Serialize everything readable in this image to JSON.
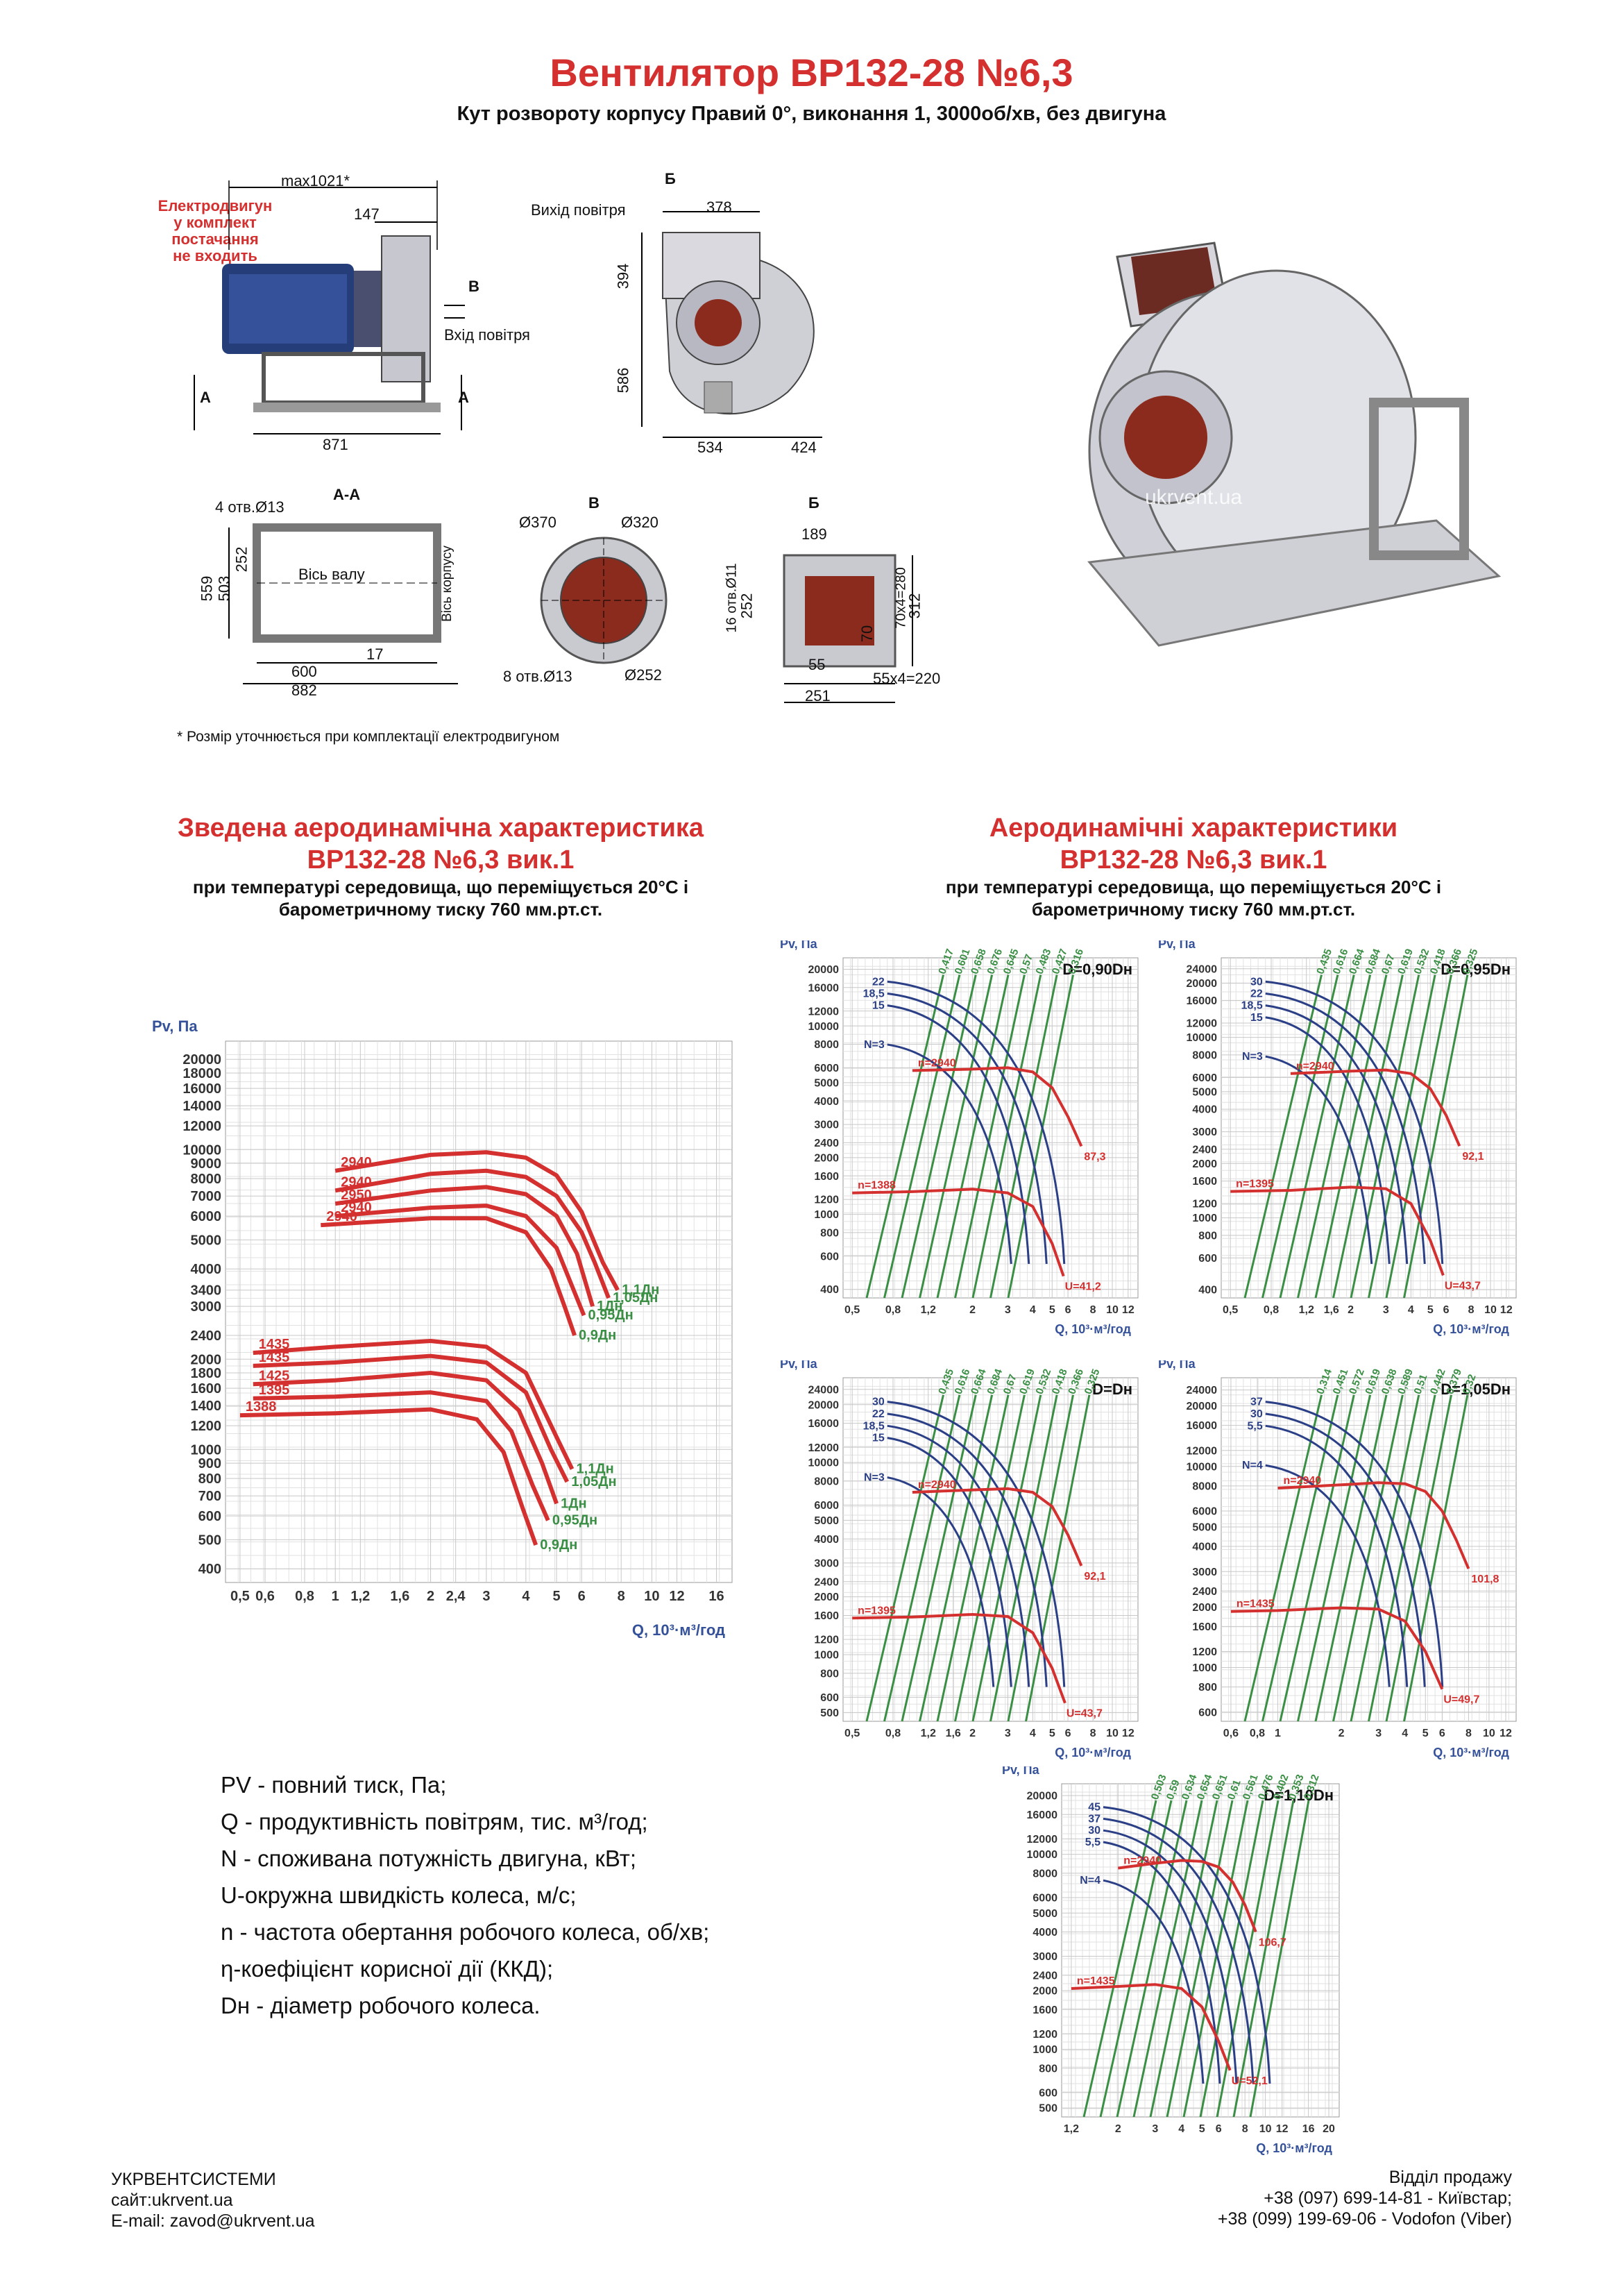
{
  "header": {
    "title": "Вентилятор ВР132-28 №6,3",
    "subtitle": "Кут розвороту корпусу Правий 0°, виконання 1, 3000об/хв, без двигуна"
  },
  "drawing": {
    "motor_note": [
      "Електродвигун",
      "у комплект постачання",
      "не входить"
    ],
    "dim_max": "max1021*",
    "dim_147": "147",
    "dim_871": "871",
    "label_a": "А",
    "label_b_small": "В",
    "air_in": "Вхід повітря",
    "air_out": "Вихід повітря",
    "label_b": "Б",
    "dim_378": "378",
    "dim_394": "394",
    "dim_586": "586",
    "dim_534": "534",
    "dim_424": "424",
    "section_aa": "А-А",
    "holes_4": "4 отв.Ø13",
    "dim_559": "559",
    "dim_503": "503",
    "dim_252a": "252",
    "shaft_axis": "Вісь валу",
    "body_axis": "Вісь корпусу",
    "dim_17": "17",
    "dim_600": "600",
    "dim_882": "882",
    "view_v": "В",
    "d370": "Ø370",
    "d320": "Ø320",
    "holes_8": "8 отв.Ø13",
    "d252": "Ø252",
    "view_b": "Б",
    "dim_189": "189",
    "holes_16": "16 отв.Ø11",
    "dim_252b": "252",
    "dim_70x4": "70x4=280",
    "dim_312": "312",
    "dim_70": "70",
    "dim_55": "55",
    "dim_55x4": "55x4=220",
    "dim_251": "251",
    "watermark": "ukrvent.ua",
    "footnote": "* Розмір уточнюється при комплектації електродвигуном"
  },
  "summary_section": {
    "title_line1": "Зведена аеродинамічна характеристика",
    "title_line2": "ВР132-28 №6,3 вик.1",
    "cond_line1": "при температурі середовища, що переміщується 20°С і",
    "cond_line2": "барометричному тиску 760 мм.рт.ст."
  },
  "aero_section": {
    "title_line1": "Аеродинамічні характеристики",
    "title_line2": "ВР132-28 №6,3 вик.1",
    "cond_line1": "при температурі середовища, що переміщується 20°С і",
    "cond_line2": "барометричному тиску 760 мм.рт.ст."
  },
  "chart_data": [
    {
      "type": "line",
      "title": "",
      "ylabel": "Pv, Па",
      "xlabel": "Q, 10³·м³/год",
      "x_scale": "log",
      "y_scale": "log",
      "xlim": [
        0.45,
        18
      ],
      "ylim": [
        360,
        24000
      ],
      "x_ticks": [
        "0,5",
        "0,6",
        "0,8",
        "1",
        "1,2",
        "1,6",
        "2",
        "2,4",
        "3",
        "4",
        "5",
        "6",
        "8",
        "10",
        "12",
        "16"
      ],
      "y_ticks": [
        "400",
        "500",
        "600",
        "700",
        "800",
        "900",
        "1000",
        "1200",
        "1400",
        "1600",
        "1800",
        "2000",
        "2400",
        "3000",
        "3400",
        "4000",
        "5000",
        "6000",
        "7000",
        "8000",
        "9000",
        "10000",
        "12000",
        "14000",
        "16000",
        "18000",
        "20000"
      ],
      "series": [
        {
          "name": "1,1Дн",
          "speed_label": "2940",
          "x": [
            1.0,
            2.0,
            3.0,
            4.0,
            5.0,
            6.0,
            7.0,
            7.8
          ],
          "y": [
            8500,
            9600,
            9800,
            9400,
            8200,
            6200,
            4200,
            3400
          ]
        },
        {
          "name": "1,05Дн",
          "speed_label": "2940",
          "x": [
            1.0,
            2.0,
            3.0,
            4.0,
            5.0,
            6.0,
            6.6,
            7.3
          ],
          "y": [
            7300,
            8300,
            8500,
            8100,
            7000,
            5300,
            4200,
            3200
          ]
        },
        {
          "name": "1Дн",
          "speed_label": "2950",
          "x": [
            1.0,
            2.0,
            3.0,
            4.0,
            5.0,
            5.8,
            6.5
          ],
          "y": [
            6600,
            7300,
            7500,
            7100,
            6000,
            4500,
            3000
          ]
        },
        {
          "name": "0,95Дн",
          "speed_label": "2940",
          "x": [
            1.0,
            2.0,
            3.0,
            4.0,
            5.0,
            5.6,
            6.1
          ],
          "y": [
            6000,
            6400,
            6500,
            6000,
            4700,
            3500,
            2800
          ]
        },
        {
          "name": "0,9Дн",
          "speed_label": "2940",
          "x": [
            0.9,
            2.0,
            3.0,
            4.0,
            4.8,
            5.3,
            5.7
          ],
          "y": [
            5600,
            5900,
            5900,
            5300,
            4000,
            3000,
            2400
          ]
        },
        {
          "name": "1,1Дн",
          "speed_label": "1435",
          "x": [
            0.55,
            1.0,
            2.0,
            3.0,
            4.0,
            5.0,
            5.6
          ],
          "y": [
            2100,
            2200,
            2300,
            2200,
            1800,
            1100,
            860
          ]
        },
        {
          "name": "1,05Дн",
          "speed_label": "1435",
          "x": [
            0.55,
            1.0,
            2.0,
            3.0,
            4.0,
            4.8,
            5.4
          ],
          "y": [
            1900,
            1950,
            2050,
            1950,
            1550,
            1000,
            780
          ]
        },
        {
          "name": "1Дн",
          "speed_label": "1425",
          "x": [
            0.55,
            1.0,
            2.0,
            3.0,
            3.8,
            4.5,
            5.0
          ],
          "y": [
            1650,
            1700,
            1800,
            1700,
            1350,
            900,
            660
          ]
        },
        {
          "name": "0,95Дн",
          "speed_label": "1395",
          "x": [
            0.55,
            1.0,
            2.0,
            3.0,
            3.6,
            4.2,
            4.7
          ],
          "y": [
            1480,
            1500,
            1550,
            1450,
            1150,
            760,
            580
          ]
        },
        {
          "name": "0,9Дн",
          "speed_label": "1388",
          "x": [
            0.5,
            1.0,
            2.0,
            2.8,
            3.4,
            3.9,
            4.3
          ],
          "y": [
            1300,
            1320,
            1360,
            1260,
            980,
            640,
            480
          ]
        }
      ]
    },
    {
      "type": "line",
      "title": "D=0,90Dн",
      "ylabel": "Pv, Па",
      "xlabel": "Q, 10³·м³/год",
      "x_ticks": [
        "0,5",
        "0,8",
        "1,2",
        "2",
        "3",
        "4",
        "5",
        "6",
        "8",
        "10",
        "12"
      ],
      "y_ticks": [
        "400",
        "600",
        "800",
        "1000",
        "1200",
        "1600",
        "2000",
        "2400",
        "3000",
        "4000",
        "5000",
        "6000",
        "8000",
        "10000",
        "12000",
        "16000",
        "20000"
      ],
      "series": [
        {
          "name": "n=2940",
          "x": [
            1.0,
            2.0,
            3.0,
            4.0,
            5.0,
            6.0,
            7.0
          ],
          "y": [
            5800,
            5900,
            6000,
            5700,
            4700,
            3300,
            2300
          ]
        },
        {
          "name": "n=1388",
          "x": [
            0.5,
            1.0,
            2.0,
            3.0,
            4.0,
            5.0,
            5.7
          ],
          "y": [
            1300,
            1320,
            1360,
            1300,
            1100,
            700,
            470
          ]
        }
      ],
      "power_labels": [
        "22",
        "18,5",
        "15",
        "N=3"
      ],
      "efficiency_labels": [
        "0,417",
        "0,601",
        "0,658",
        "0,676",
        "0,645",
        "0,57",
        "0,483",
        "0,427",
        "0,316"
      ],
      "speed_labels": [
        "87,3",
        "U=41,2"
      ]
    },
    {
      "type": "line",
      "title": "D=0,95Dн",
      "ylabel": "Pv, Па",
      "xlabel": "Q, 10³·м³/год",
      "x_ticks": [
        "0,5",
        "0,8",
        "1,2",
        "1,6",
        "2",
        "3",
        "4",
        "5",
        "6",
        "8",
        "10",
        "12"
      ],
      "y_ticks": [
        "400",
        "600",
        "800",
        "1000",
        "1200",
        "1600",
        "2000",
        "2400",
        "3000",
        "4000",
        "5000",
        "6000",
        "8000",
        "10000",
        "12000",
        "16000",
        "20000",
        "24000"
      ],
      "series": [
        {
          "name": "n=2940",
          "x": [
            1.0,
            2.0,
            3.0,
            4.0,
            5.0,
            6.0,
            7.0
          ],
          "y": [
            6300,
            6500,
            6600,
            6300,
            5200,
            3700,
            2500
          ]
        },
        {
          "name": "n=1395",
          "x": [
            0.5,
            1.0,
            2.0,
            3.0,
            4.0,
            5.0,
            5.8
          ],
          "y": [
            1400,
            1420,
            1480,
            1450,
            1200,
            750,
            480
          ]
        }
      ],
      "power_labels": [
        "30",
        "22",
        "18,5",
        "15",
        "N=3"
      ],
      "efficiency_labels": [
        "0,435",
        "0,616",
        "0,664",
        "0,684",
        "0,67",
        "0,619",
        "0,532",
        "0,418",
        "0,366",
        "0,325"
      ],
      "speed_labels": [
        "92,1",
        "U=43,7"
      ]
    },
    {
      "type": "line",
      "title": "D=Dн",
      "ylabel": "Pv, Па",
      "xlabel": "Q, 10³·м³/год",
      "x_ticks": [
        "0,5",
        "0,8",
        "1,2",
        "1,6",
        "2",
        "3",
        "4",
        "5",
        "6",
        "8",
        "10",
        "12"
      ],
      "y_ticks": [
        "500",
        "600",
        "800",
        "1000",
        "1200",
        "1600",
        "2000",
        "2400",
        "3000",
        "4000",
        "5000",
        "6000",
        "8000",
        "10000",
        "12000",
        "16000",
        "20000",
        "24000"
      ],
      "series": [
        {
          "name": "n=2940",
          "x": [
            1.0,
            2.0,
            3.0,
            4.0,
            5.0,
            6.0,
            7.0
          ],
          "y": [
            7000,
            7200,
            7300,
            7000,
            5900,
            4200,
            2900
          ]
        },
        {
          "name": "n=1395",
          "x": [
            0.5,
            1.0,
            2.0,
            3.0,
            4.0,
            5.0,
            5.8
          ],
          "y": [
            1550,
            1570,
            1620,
            1580,
            1300,
            850,
            560
          ]
        }
      ],
      "power_labels": [
        "30",
        "22",
        "18,5",
        "15",
        "N=3"
      ],
      "efficiency_labels": [
        "0,435",
        "0,616",
        "0,664",
        "0,684",
        "0,67",
        "0,619",
        "0,532",
        "0,418",
        "0,366",
        "0,325"
      ],
      "speed_labels": [
        "92,1",
        "U=43,7"
      ]
    },
    {
      "type": "line",
      "title": "D=1,05Dн",
      "ylabel": "Pv, Па",
      "xlabel": "Q, 10³·м³/год",
      "x_ticks": [
        "0,6",
        "0,8",
        "1",
        "2",
        "3",
        "4",
        "5",
        "6",
        "8",
        "10",
        "12"
      ],
      "y_ticks": [
        "600",
        "800",
        "1000",
        "1200",
        "1600",
        "2000",
        "2400",
        "3000",
        "4000",
        "5000",
        "6000",
        "8000",
        "10000",
        "12000",
        "16000",
        "20000",
        "24000"
      ],
      "series": [
        {
          "name": "n=2940",
          "x": [
            1.0,
            2.0,
            3.0,
            4.0,
            5.0,
            6.0,
            7.0,
            8.0
          ],
          "y": [
            7800,
            8100,
            8300,
            8200,
            7500,
            6000,
            4300,
            3100
          ]
        },
        {
          "name": "n=1435",
          "x": [
            0.6,
            1.0,
            2.0,
            3.0,
            4.0,
            5.0,
            6.0
          ],
          "y": [
            1900,
            1920,
            1980,
            1950,
            1700,
            1200,
            780
          ]
        }
      ],
      "power_labels": [
        "37",
        "30",
        "5,5",
        "N=4"
      ],
      "efficiency_labels": [
        "0,314",
        "0,451",
        "0,572",
        "0,619",
        "0,638",
        "0,589",
        "0,51",
        "0,442",
        "0,379",
        "0,32"
      ],
      "speed_labels": [
        "101,8",
        "U=49,7"
      ]
    },
    {
      "type": "line",
      "title": "D=1,10Dн",
      "ylabel": "Pv, Па",
      "xlabel": "Q, 10³·м³/год",
      "x_ticks": [
        "1,2",
        "2",
        "3",
        "4",
        "5",
        "6",
        "8",
        "10",
        "12",
        "16",
        "20"
      ],
      "y_ticks": [
        "500",
        "600",
        "800",
        "1000",
        "1200",
        "1600",
        "2000",
        "2400",
        "3000",
        "4000",
        "5000",
        "6000",
        "8000",
        "10000",
        "12000",
        "16000",
        "20000"
      ],
      "series": [
        {
          "name": "n=2940",
          "x": [
            2.0,
            3.0,
            4.0,
            5.0,
            6.0,
            7.0,
            8.0,
            9.0
          ],
          "y": [
            8500,
            9000,
            9300,
            9200,
            8600,
            7200,
            5500,
            4000
          ]
        },
        {
          "name": "n=1435",
          "x": [
            1.2,
            2.0,
            3.0,
            4.0,
            5.0,
            6.0,
            6.8
          ],
          "y": [
            2050,
            2100,
            2150,
            2050,
            1650,
            1100,
            780
          ]
        }
      ],
      "power_labels": [
        "45",
        "37",
        "30",
        "5,5",
        "N=4"
      ],
      "efficiency_labels": [
        "0,503",
        "0,59",
        "0,634",
        "0,654",
        "0,651",
        "0,61",
        "0,561",
        "0,476",
        "0,402",
        "0,353",
        "0,312"
      ],
      "speed_labels": [
        "106,7",
        "U=52,1"
      ]
    }
  ],
  "legend": [
    {
      "key": "PV",
      "text": " - повний тиск, Па;"
    },
    {
      "key": "Q",
      "text": " - продуктивність повітрям, тис. м³/год;"
    },
    {
      "key": "N",
      "text": " - споживана потужність двигуна, кВт;"
    },
    {
      "key": "U",
      "text": "-окружна швидкість колеса, м/с;"
    },
    {
      "key": "n",
      "text": " - частота обертання робочого колеса, об/хв;"
    },
    {
      "key": "η",
      "text": "-коефіцієнт корисної дії (ККД);"
    },
    {
      "key": "Dн",
      "text": " - діаметр робочого колеса."
    }
  ],
  "footer": {
    "company": "УКРВЕНТСИСТЕМИ",
    "site": "сайт:ukrvent.ua",
    "email": "E-mail: zavod@ukrvent.ua",
    "sales": "Відділ продажу",
    "phone1": "+38 (097) 699-14-81 - Київстар;",
    "phone2": "+38 (099) 199-69-06 - Vodofon (Viber)"
  }
}
